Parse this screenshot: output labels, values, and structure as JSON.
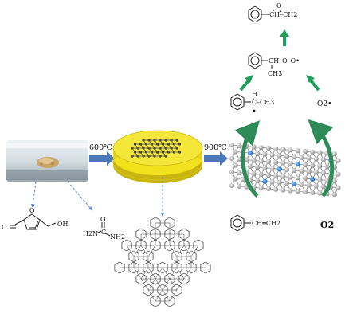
{
  "labels": {
    "temp1": "600℃",
    "temp2": "900℃",
    "oxygen_reactant": "O2",
    "superoxide": "O2•",
    "styrene_substituent": "CH═CH2",
    "urea_h2n_left": "H2N",
    "urea_c": "C",
    "urea_o": "O",
    "urea_nh2_right": "NH2",
    "hmf_o_left": "O",
    "hmf_oh": "OH",
    "radical_c": "C",
    "radical_h": "H",
    "radical_ch3": "–CH3",
    "peroxy_group": "CH–O–O•",
    "peroxy_ch3": "CH3",
    "epoxide_group": "CH–CH2",
    "epoxide_o": "O"
  },
  "colors": {
    "process_arrow": "#4a78b8",
    "dashed_arrow": "#5a8bd0",
    "green_arrow": "#1f9d5a",
    "curve_arrow": "#2e8b57",
    "disk_yellow": "#f2e21e",
    "graphene_node": "#b5b5b5",
    "nitrogen_node": "#2a7fd4"
  }
}
